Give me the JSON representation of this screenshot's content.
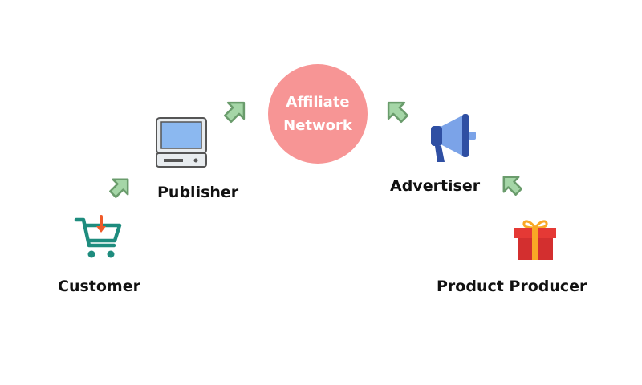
{
  "center": {
    "label": "Affiliate\nNetwork",
    "color": "#f79595"
  },
  "nodes": {
    "publisher": {
      "label": "Publisher",
      "icon": "computer-icon"
    },
    "customer": {
      "label": "Customer",
      "icon": "shopping-cart-icon"
    },
    "advertiser": {
      "label": "Advertiser",
      "icon": "megaphone-icon"
    },
    "producer": {
      "label": "Product Producer",
      "icon": "gift-box-icon"
    }
  },
  "colors": {
    "arrow_fill": "#a5d6a7",
    "arrow_stroke": "#6a9c6c",
    "cart": "#1e8c7e",
    "cart_arrow": "#f05a28",
    "megaphone": "#2f4fa3",
    "megaphone_light": "#7ba3e8",
    "gift": "#e53935",
    "gift_ribbon": "#f9a825",
    "computer_screen": "#8bb8f0"
  }
}
